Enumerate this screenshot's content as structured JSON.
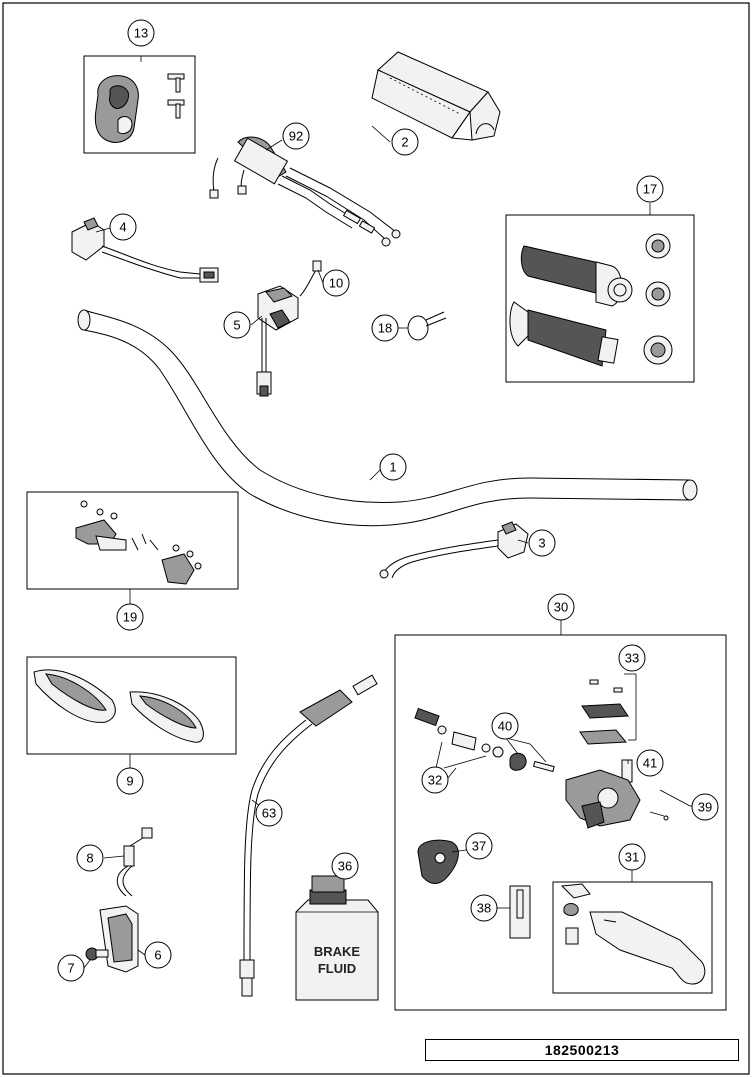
{
  "drawing_id": "182500213",
  "callouts": {
    "c1": "1",
    "c2": "2",
    "c3": "3",
    "c4": "4",
    "c5": "5",
    "c6": "6",
    "c7": "7",
    "c8": "8",
    "c9": "9",
    "c10": "10",
    "c13": "13",
    "c17": "17",
    "c18": "18",
    "c19": "19",
    "c30": "30",
    "c31": "31",
    "c32": "32",
    "c33": "33",
    "c36": "36",
    "c37": "37",
    "c38": "38",
    "c39": "39",
    "c40": "40",
    "c41": "41",
    "c63": "63",
    "c92": "92"
  },
  "brake_fluid_label": {
    "line1": "BRAKE",
    "line2": "FLUID"
  }
}
